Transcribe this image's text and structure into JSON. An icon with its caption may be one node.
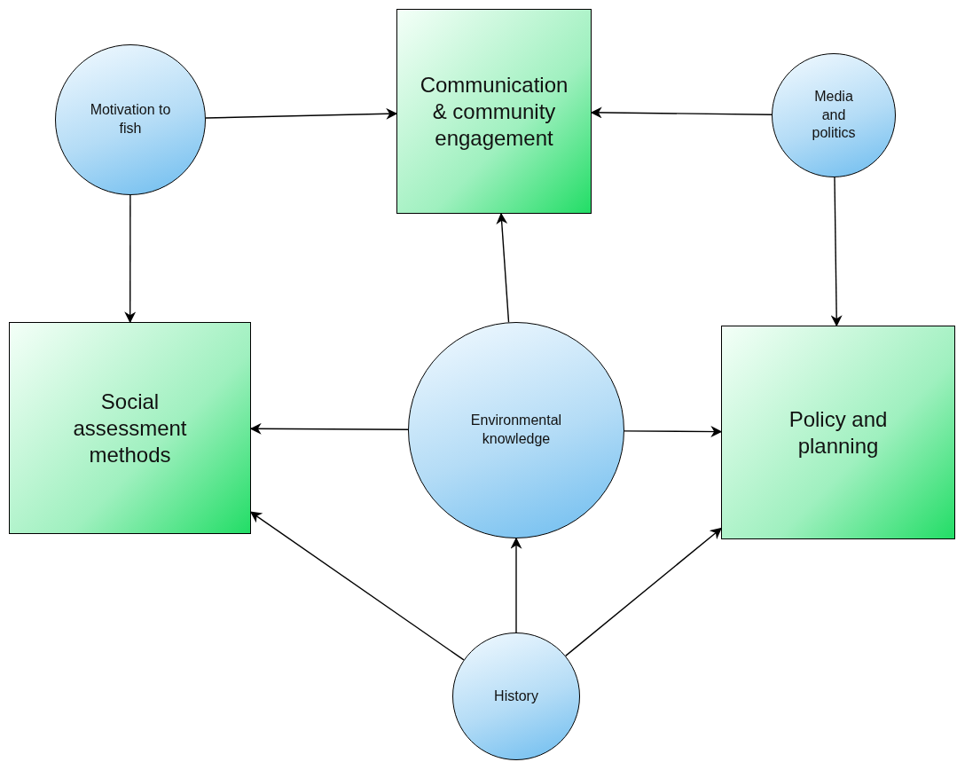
{
  "diagram": {
    "nodes": [
      {
        "text": [
          "Motivation to fish"
        ]
      },
      {
        "text": [
          "Communication & community engagement"
        ]
      },
      {
        "text": [
          "Media and politics"
        ]
      },
      {
        "text": [
          "Social assessment methods"
        ]
      },
      {
        "text": [
          "Environmental knowledge"
        ]
      },
      {
        "text": [
          "Policy and planning"
        ]
      },
      {
        "text": [
          "History"
        ]
      }
    ],
    "edges": [
      {
        "from": 0,
        "to": 1,
        "arrow": "to"
      },
      {
        "from": 2,
        "to": 1,
        "arrow": "to"
      },
      {
        "from": 0,
        "to": 3,
        "arrow": "to"
      },
      {
        "from": 2,
        "to": 5,
        "arrow": "to"
      },
      {
        "from": 4,
        "to": 1,
        "arrow": "to"
      },
      {
        "from": 4,
        "to": 3,
        "arrow": "to"
      },
      {
        "from": 4,
        "to": 5,
        "arrow": "to"
      },
      {
        "from": 6,
        "to": 3,
        "arrow": "to"
      },
      {
        "from": 6,
        "to": 4,
        "arrow": "to"
      },
      {
        "from": 6,
        "to": 5,
        "arrow": "to"
      }
    ]
  }
}
